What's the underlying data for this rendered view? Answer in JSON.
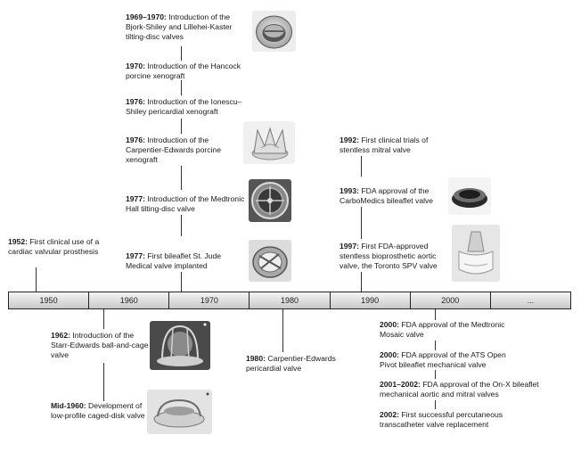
{
  "timeline": {
    "decades": [
      "1950",
      "1960",
      "1970",
      "1980",
      "1990",
      "2000",
      "..."
    ]
  },
  "events_above": [
    {
      "year": "1969–1970:",
      "text": "Introduction of the Bjork-Shiley and Lillehei-Kaster tilting-disc valves"
    },
    {
      "year": "1970:",
      "text": "Introduction of the Hancock porcine xenograft"
    },
    {
      "year": "1976:",
      "text": "Introduction of the Ionescu–Shiley pericardial xenograft"
    },
    {
      "year": "1976:",
      "text": "Introduction of the Carpentier-Edwards porcine xenograft"
    },
    {
      "year": "1977:",
      "text": "Introduction of the Medtronic Hall tilting-disc valve"
    },
    {
      "year": "1977:",
      "text": "First bileaflet St. Jude Medical valve implanted"
    },
    {
      "year": "1952:",
      "text": "First clinical use of a cardiac valvular prosthesis"
    },
    {
      "year": "1992:",
      "text": "First clinical trials of stentless mitral valve"
    },
    {
      "year": "1993:",
      "text": "FDA approval of the CarboMedics bileaflet valve"
    },
    {
      "year": "1997:",
      "text": "First FDA-approved stentless bioprosthetic aortic valve, the Toronto SPV valve"
    }
  ],
  "events_below": [
    {
      "year": "1962:",
      "text": "Introduction of the Starr-Edwards ball-and-cage valve"
    },
    {
      "year": "Mid-1960:",
      "text": "Development of low-profile caged-disk valve"
    },
    {
      "year": "1980:",
      "text": "Carpentier-Edwards pericardial valve"
    },
    {
      "year": "2000:",
      "text": "FDA approval of the Medtronic Mosaic valve"
    },
    {
      "year": "2000:",
      "text": "FDA approval of the ATS Open Pivot bileaflet mechanical valve"
    },
    {
      "year": "2001–2002:",
      "text": "FDA approval of the On-X bileaflet mechanical aortic and mitral valves"
    },
    {
      "year": "2002:",
      "text": "First successful percutaneous transcatheter valve replacement"
    }
  ],
  "images": [
    "tilting-disc-valve",
    "porcine-xenograft-valve",
    "medtronic-hall-valve",
    "st-jude-bileaflet-valve",
    "carbomedics-valve",
    "toronto-spv-valve",
    "starr-edwards-ball-cage-valve",
    "caged-disk-valve"
  ]
}
